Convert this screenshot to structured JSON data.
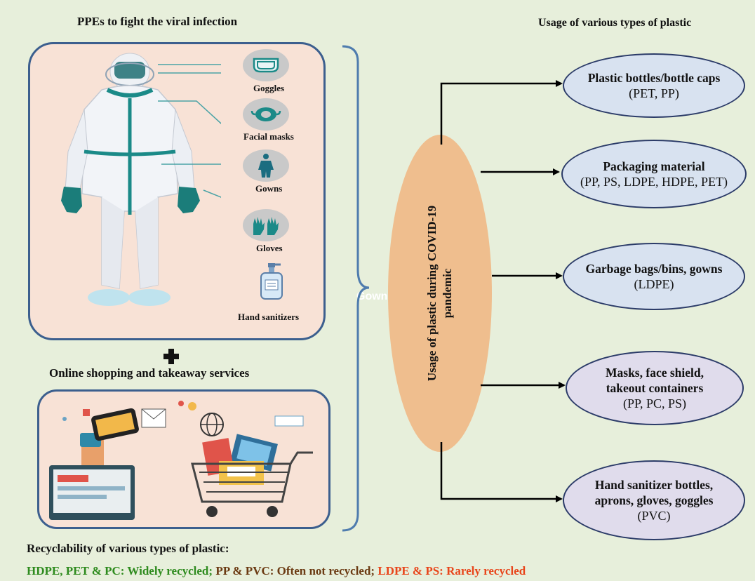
{
  "left": {
    "ppe_title": "PPEs to fight the viral infection",
    "ppe_items": [
      "Goggles",
      "Facial masks",
      "Gowns",
      "Gloves",
      "Hand sanitizers"
    ],
    "shopping_title": "Online shopping and takeaway services",
    "stray_label": "Gowns"
  },
  "center": {
    "label_line1": "Usage of plastic during  COVID-19",
    "label_line2": "pandemic"
  },
  "right": {
    "title": "Usage of various types of plastic",
    "items": [
      {
        "bold": "Plastic bottles/bottle caps",
        "bold2": "",
        "plastics": "(PET, PP)"
      },
      {
        "bold": "Packaging material",
        "bold2": "",
        "plastics": "(PP, PS, LDPE, HDPE, PET)"
      },
      {
        "bold": "Garbage bags/bins, gowns",
        "bold2": "",
        "plastics": "(LDPE)"
      },
      {
        "bold": "Masks, face shield,",
        "bold2": "takeout containers",
        "plastics": "(PP, PC, PS)"
      },
      {
        "bold": "Hand sanitizer bottles,",
        "bold2": "aprons, gloves, goggles",
        "plastics": "(PVC)"
      }
    ]
  },
  "footer": {
    "heading": "Recyclability of various types of plastic:",
    "widely": "HDPE, PET & PC: Widely recycled;",
    "often_not": "PP & PVC: Often not recycled;",
    "rarely": "LDPE & PS: Rarely recycled"
  },
  "colors": {
    "background": "#e7efdb",
    "panel_fill": "#f8e2d6",
    "panel_border": "#3c5f8e",
    "central_fill": "#efbe8e",
    "ellipse_blue": "#d8e2f0",
    "ellipse_lilac": "#e0dcec",
    "teal": "#1b8a88",
    "widely": "#2e8b1e",
    "often_not": "#6b3a12",
    "rarely": "#e8451a"
  }
}
